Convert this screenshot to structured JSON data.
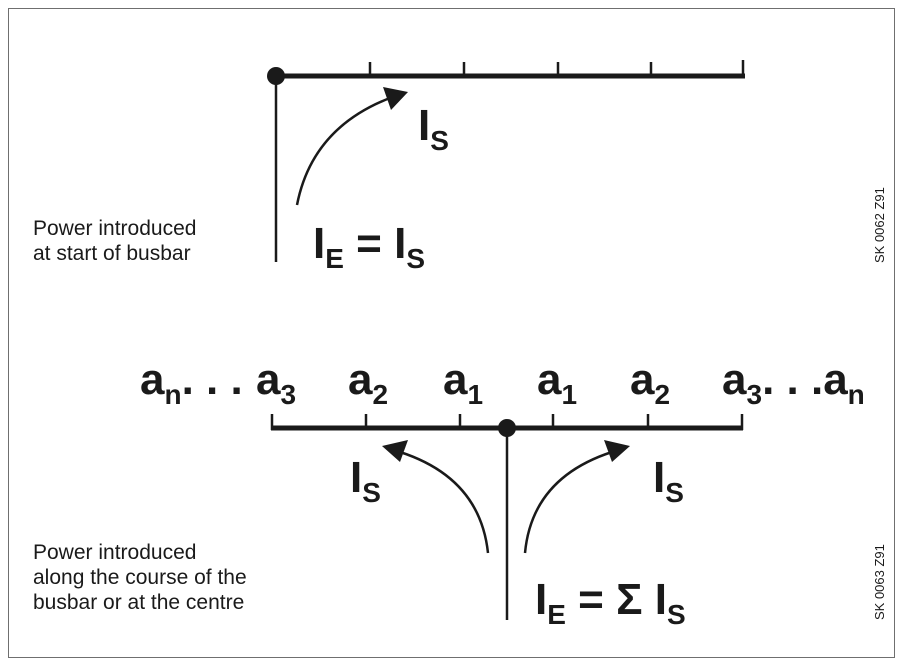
{
  "top_diagram": {
    "caption_lines": [
      "Power introduced",
      "at start of busbar"
    ],
    "branch_label": {
      "main": "I",
      "sub": "S"
    },
    "feed_label": {
      "left_main": "I",
      "left_sub": "E",
      "op": "=",
      "right_main": "I",
      "right_sub": "S"
    },
    "drawing_code": "SK 0062 Z91"
  },
  "bottom_diagram": {
    "caption_lines": [
      "Power introduced",
      "along the course of the",
      "busbar or at the centre"
    ],
    "distance_labels": [
      {
        "main": "a",
        "sub": "n"
      },
      {
        "main": "a",
        "sub": "3"
      },
      {
        "main": "a",
        "sub": "2"
      },
      {
        "main": "a",
        "sub": "1"
      },
      {
        "main": "a",
        "sub": "1"
      },
      {
        "main": "a",
        "sub": "2"
      },
      {
        "main": "a",
        "sub": "3"
      },
      {
        "main": "a",
        "sub": "n"
      }
    ],
    "dots": ". . .",
    "branch_label_left": {
      "main": "I",
      "sub": "S"
    },
    "branch_label_right": {
      "main": "I",
      "sub": "S"
    },
    "feed_label": {
      "left_main": "I",
      "left_sub": "E",
      "op": "= Σ",
      "right_main": "I",
      "right_sub": "S"
    },
    "drawing_code": "SK 0063 Z91"
  },
  "colors": {
    "ink": "#1a1a1a",
    "frame": "#6f6f6f",
    "background": "#ffffff"
  }
}
